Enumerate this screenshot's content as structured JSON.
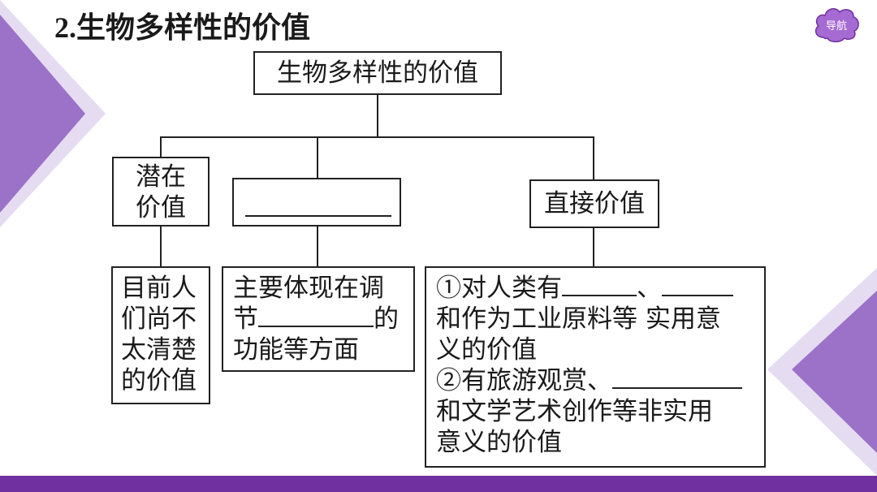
{
  "title": {
    "number": "2.",
    "text": "生物多样性的价值"
  },
  "nav": {
    "label": "导航",
    "icon": "cloud-icon"
  },
  "diagram": {
    "root": "生物多样性的价值",
    "branches": [
      {
        "label_lines": [
          "潜在",
          "价值"
        ],
        "detail_lines": [
          "目前人",
          "们尚不",
          "太清楚",
          "的价值"
        ]
      },
      {
        "label_lines": [
          ""
        ],
        "detail": {
          "line1": "主要体现在调",
          "line2_prefix": "节",
          "line2_suffix": "的",
          "line3": "功能等方面"
        }
      },
      {
        "label_lines": [
          "直接价值"
        ],
        "detail": {
          "p1_prefix": "①对人类有",
          "p1_sep": "、",
          "p1_line2": "和作为工业原料等 实用意",
          "p1_line3": "义的价值",
          "p2_prefix": "②有旅游观赏、",
          "p2_line2": "和文学艺术创作等非实用",
          "p2_line3": "意义的价值"
        }
      }
    ]
  },
  "colors": {
    "accent": "#7030a0",
    "triangle_dark": "#9b72c8",
    "triangle_light": "#e6dcf2",
    "line": "#222222"
  }
}
